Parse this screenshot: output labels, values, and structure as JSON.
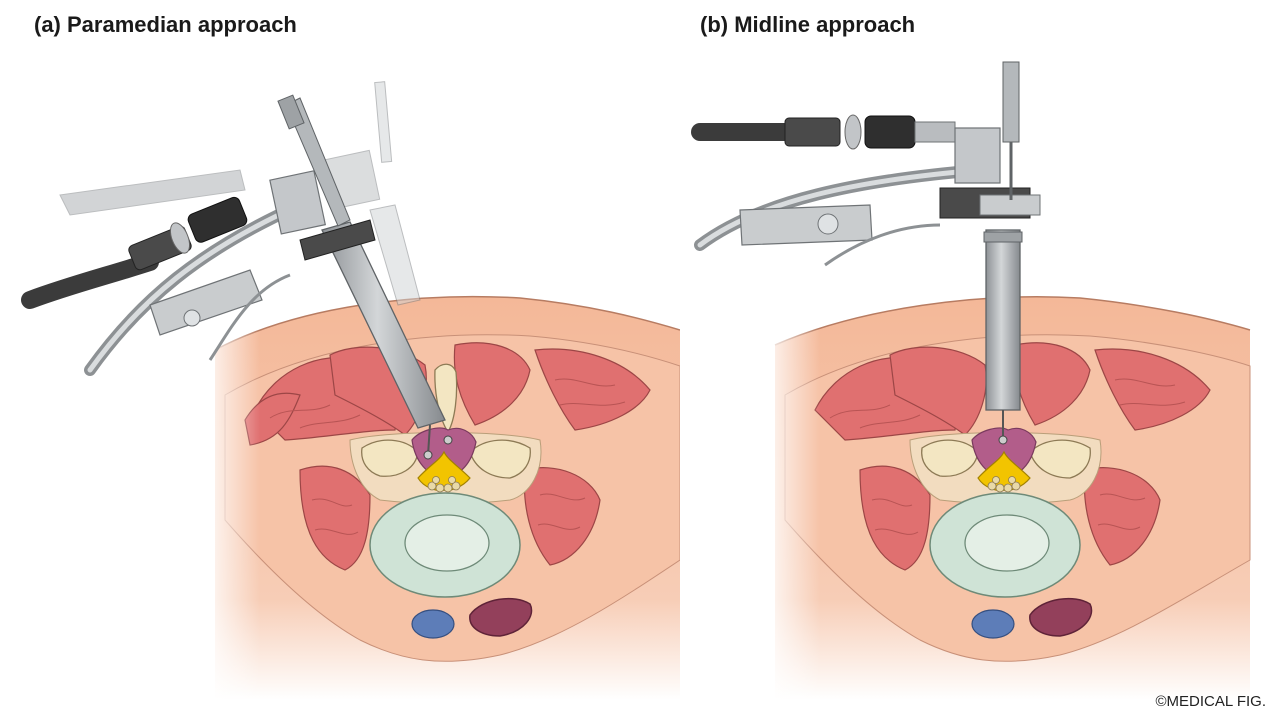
{
  "panels": [
    {
      "label": "(a) Paramedian approach"
    },
    {
      "label": "(b) Midline approach"
    }
  ],
  "copyright": "©MEDICAL FIG.",
  "colors": {
    "skin": "#f2b08e",
    "muscle": "#e07070",
    "bone": "#f3e6c2",
    "disc": "#cfe3d6",
    "ligament": "#b25d8a",
    "nerve": "#f2c400",
    "artery": "#93405b",
    "vein": "#5d7db8",
    "instrument": "#b9bcbf"
  }
}
